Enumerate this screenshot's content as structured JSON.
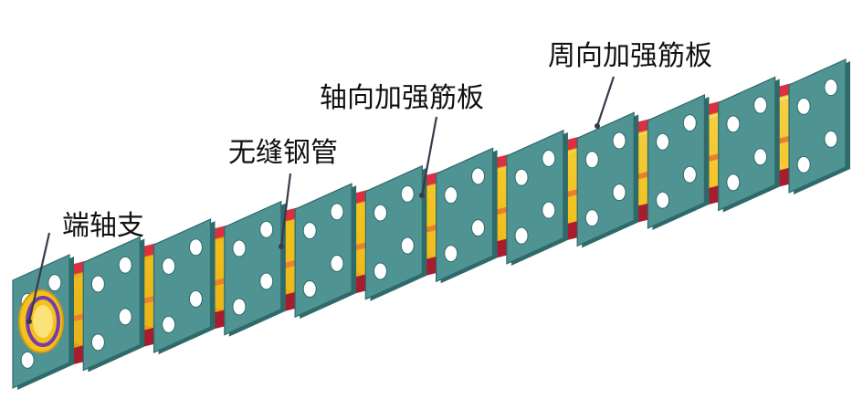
{
  "figure": {
    "labels": [
      {
        "id": "end-support",
        "text": "端轴支"
      },
      {
        "id": "seamless-steel-pipe",
        "text": "无缝钢管"
      },
      {
        "id": "axial-stiffener",
        "text": "轴向加强筋板"
      },
      {
        "id": "circumferential-stiffener",
        "text": "周向加强筋板"
      }
    ],
    "colors": {
      "pipe_body": "#f2c21f",
      "pipe_shadow": "#d79a12",
      "pipe_highlight": "#fbe37a",
      "axial_rib": "#dc2f42",
      "axial_rib_dark": "#a81c30",
      "flange_plate": "#4f9393",
      "flange_edge": "#2f6a6a",
      "bolt_hole": "#ffffff",
      "end_ring": "#7a3aa8",
      "leader_line": "#3a3a4a"
    },
    "flange_count": 12
  }
}
